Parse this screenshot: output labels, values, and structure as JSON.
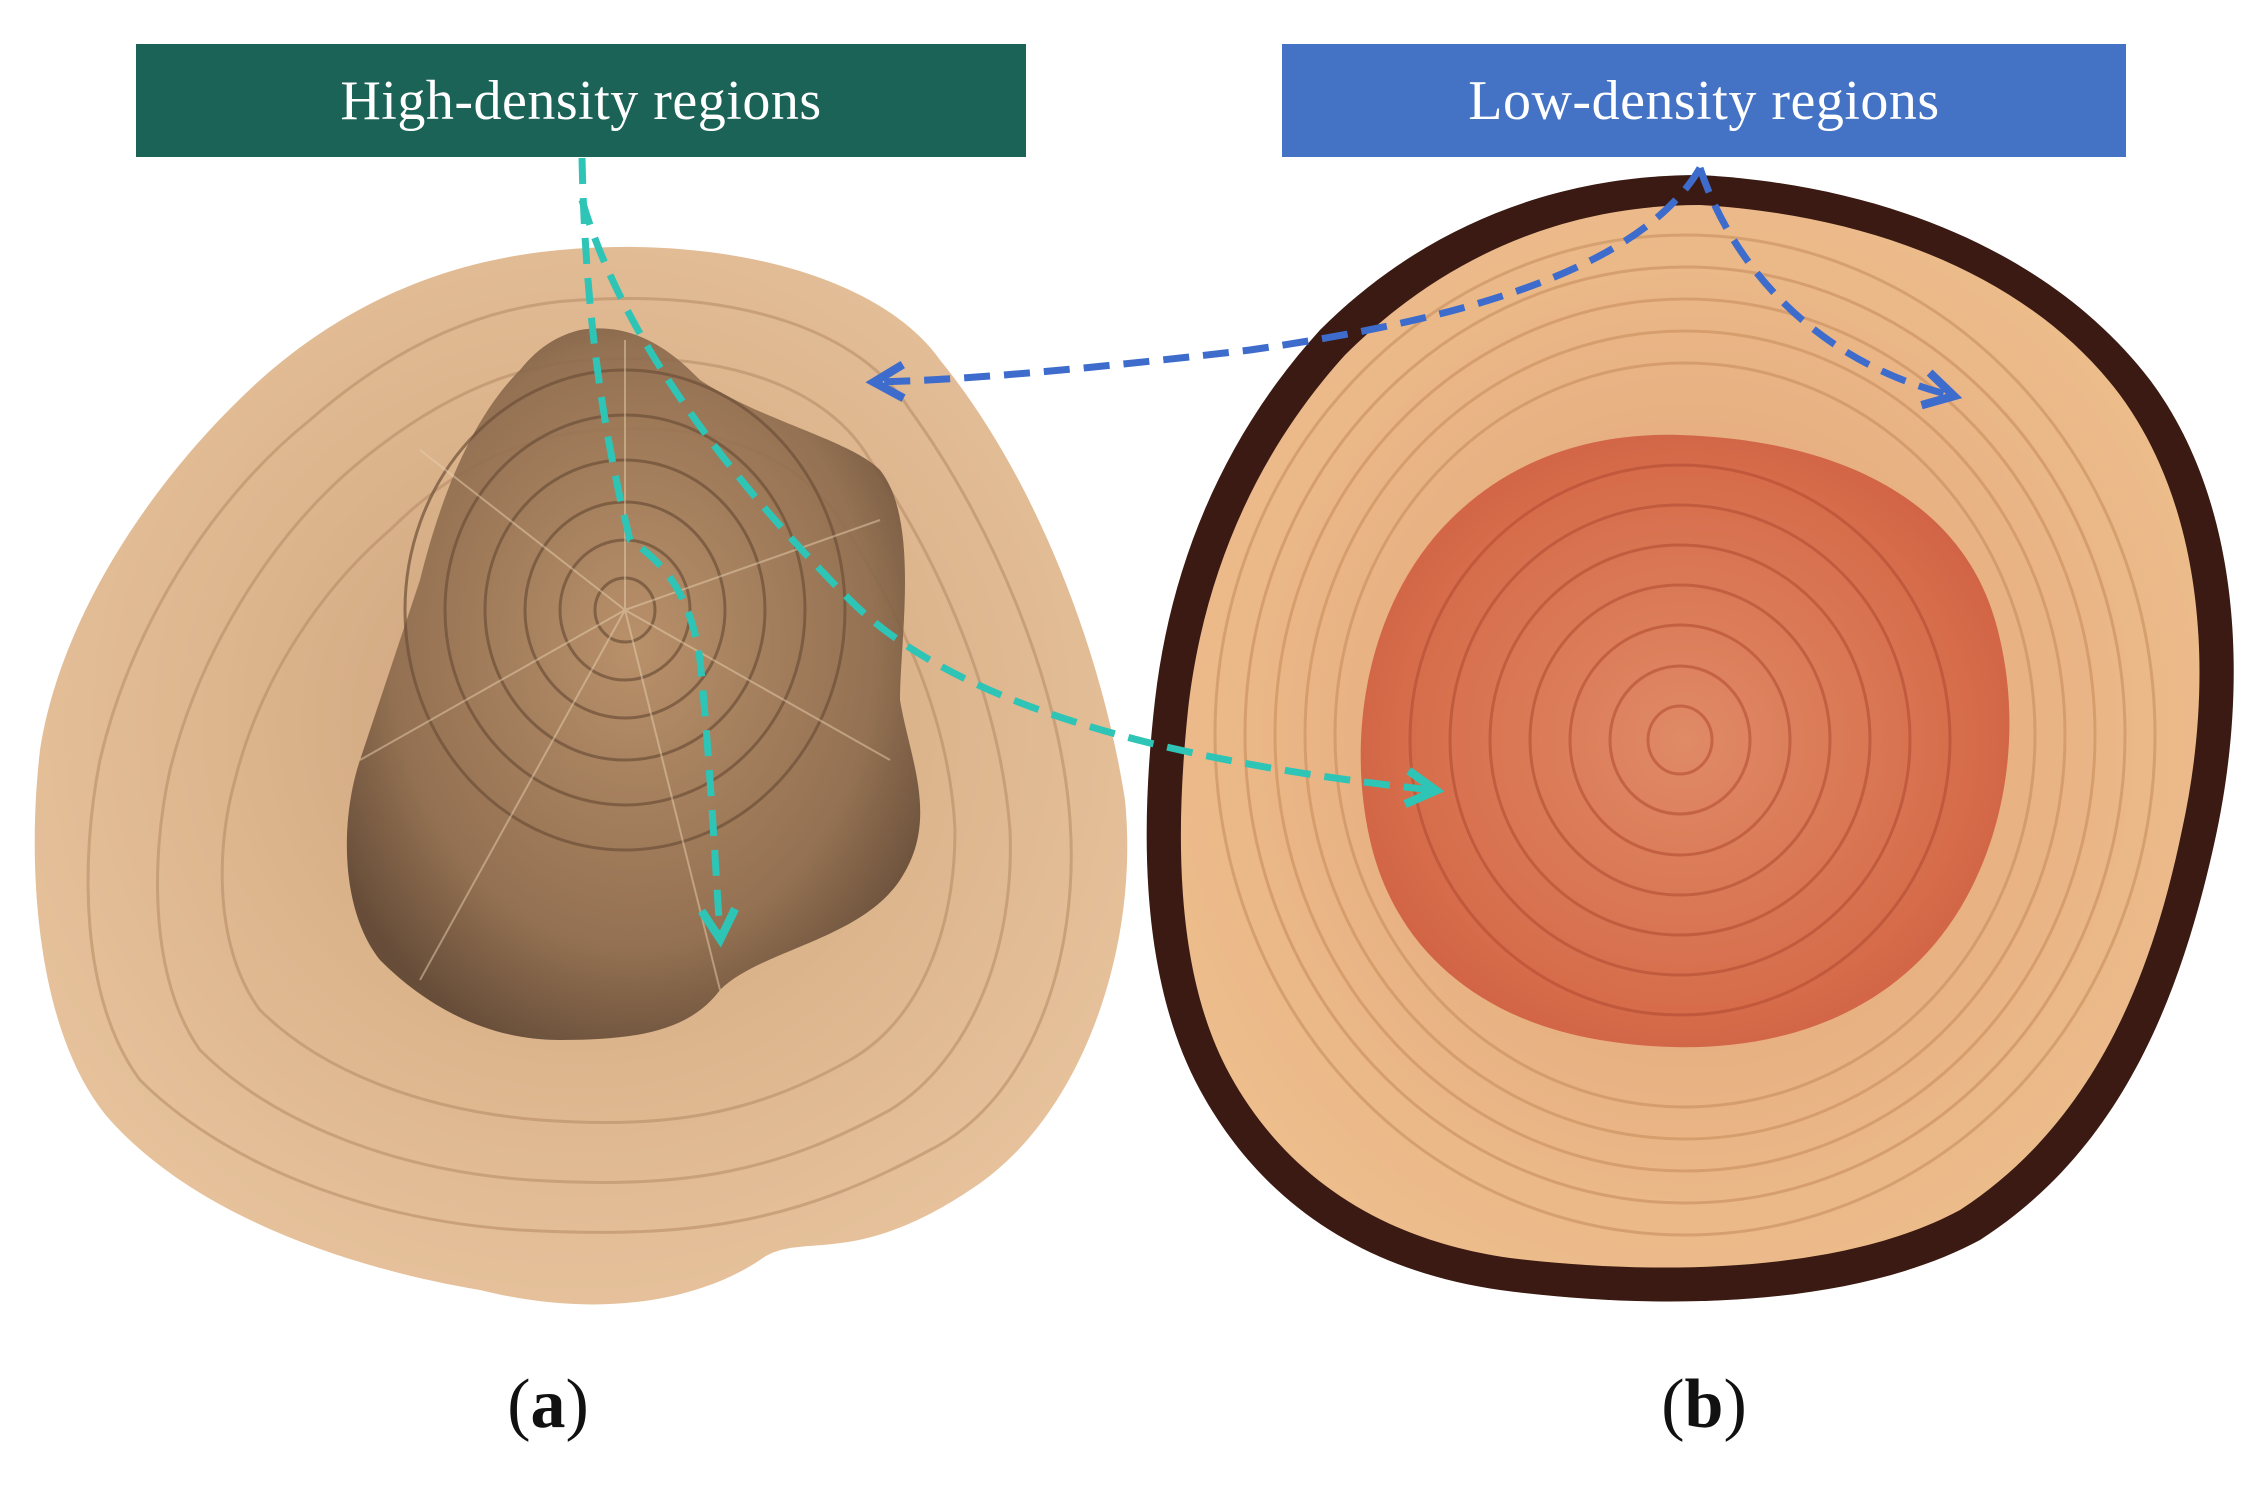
{
  "labels": {
    "high_density": "High-density regions",
    "low_density": "Low-density regions"
  },
  "panels": {
    "a": {
      "open": "(",
      "letter": "a",
      "close": ")"
    },
    "b": {
      "open": "(",
      "letter": "b",
      "close": ")"
    }
  },
  "colors": {
    "high_box": "#1b6356",
    "low_box": "#4472c4",
    "high_arrow": "#2ec4b6",
    "low_arrow": "#3e6ccc",
    "oak_wood": "#e3b88e",
    "oak_heart": "#8a6a4b",
    "pine_sapwood": "#e8b07e",
    "pine_heart": "#d9714e",
    "bark": "#3a1a12"
  },
  "icons": {
    "arrow_head": "arrow-head-icon"
  }
}
